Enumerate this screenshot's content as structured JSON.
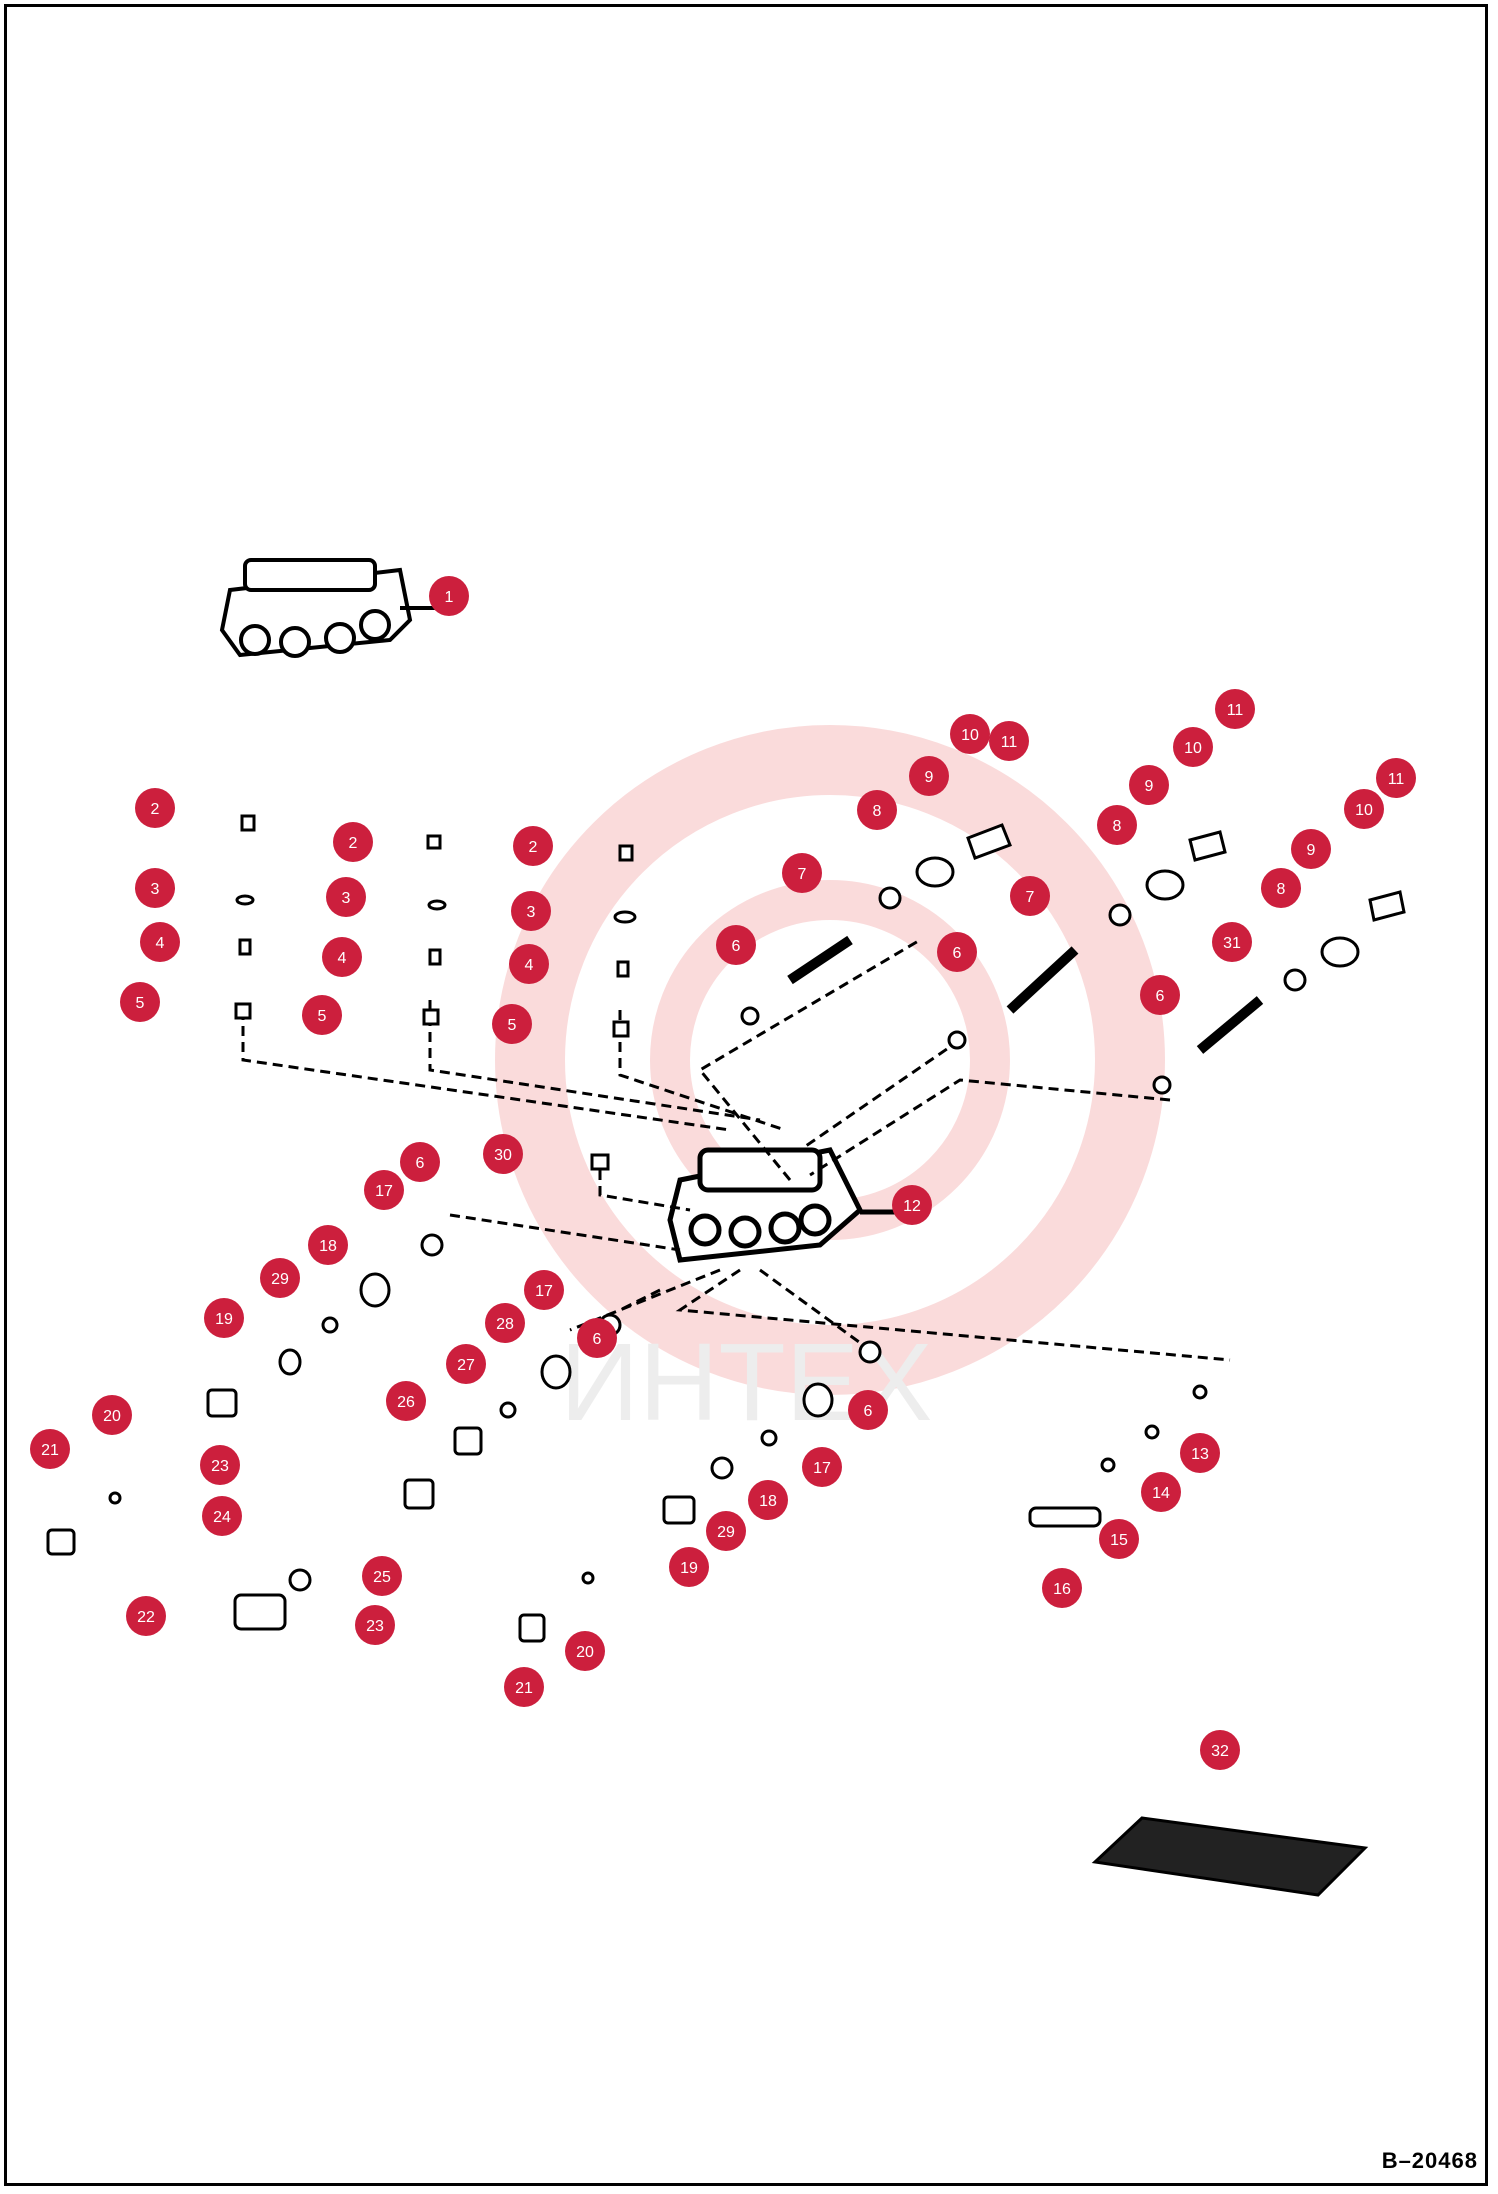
{
  "diagram": {
    "document_id": "B–20468",
    "watermark_text": "ИНТЕХ",
    "colors": {
      "callout_fill": "#cc1f3d",
      "callout_text": "#ffffff",
      "line": "#000000",
      "watermark": "#f4c3c3"
    },
    "callouts": [
      "1",
      "2",
      "2",
      "2",
      "3",
      "3",
      "3",
      "4",
      "4",
      "4",
      "5",
      "5",
      "5",
      "6",
      "6",
      "6",
      "6",
      "6",
      "6",
      "7",
      "7",
      "8",
      "8",
      "8",
      "9",
      "9",
      "9",
      "10",
      "10",
      "10",
      "11",
      "11",
      "11",
      "12",
      "13",
      "14",
      "15",
      "16",
      "17",
      "17",
      "17",
      "18",
      "18",
      "19",
      "19",
      "20",
      "20",
      "21",
      "21",
      "22",
      "23",
      "23",
      "24",
      "25",
      "26",
      "27",
      "28",
      "29",
      "29",
      "30",
      "31",
      "32"
    ]
  }
}
